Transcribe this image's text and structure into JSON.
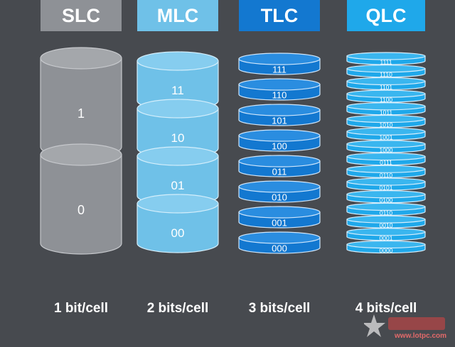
{
  "colors": {
    "background": "#474a4f",
    "slc": "#8e9196",
    "mlc": "#6fc1e8",
    "tlc": "#1378d0",
    "qlc": "#1fa8ea"
  },
  "columns": [
    {
      "id": "slc",
      "label": "SLC",
      "caption": "1 bit/cell",
      "bits_per_cell": 1,
      "cells": [
        "1",
        "0"
      ]
    },
    {
      "id": "mlc",
      "label": "MLC",
      "caption": "2 bits/cell",
      "bits_per_cell": 2,
      "cells": [
        "11",
        "10",
        "01",
        "00"
      ]
    },
    {
      "id": "tlc",
      "label": "TLC",
      "caption": "3 bits/cell",
      "bits_per_cell": 3,
      "cells": [
        "111",
        "110",
        "101",
        "100",
        "011",
        "010",
        "001",
        "000"
      ]
    },
    {
      "id": "qlc",
      "label": "QLC",
      "caption": "4 bits/cell",
      "bits_per_cell": 4,
      "cells": [
        "1111",
        "1110",
        "1101",
        "1100",
        "1011",
        "1010",
        "1001",
        "1000",
        "0111",
        "0110",
        "0101",
        "0100",
        "0110",
        "0010",
        "0001",
        "0000"
      ]
    }
  ],
  "watermark": {
    "site": "www.lotpc.com"
  }
}
